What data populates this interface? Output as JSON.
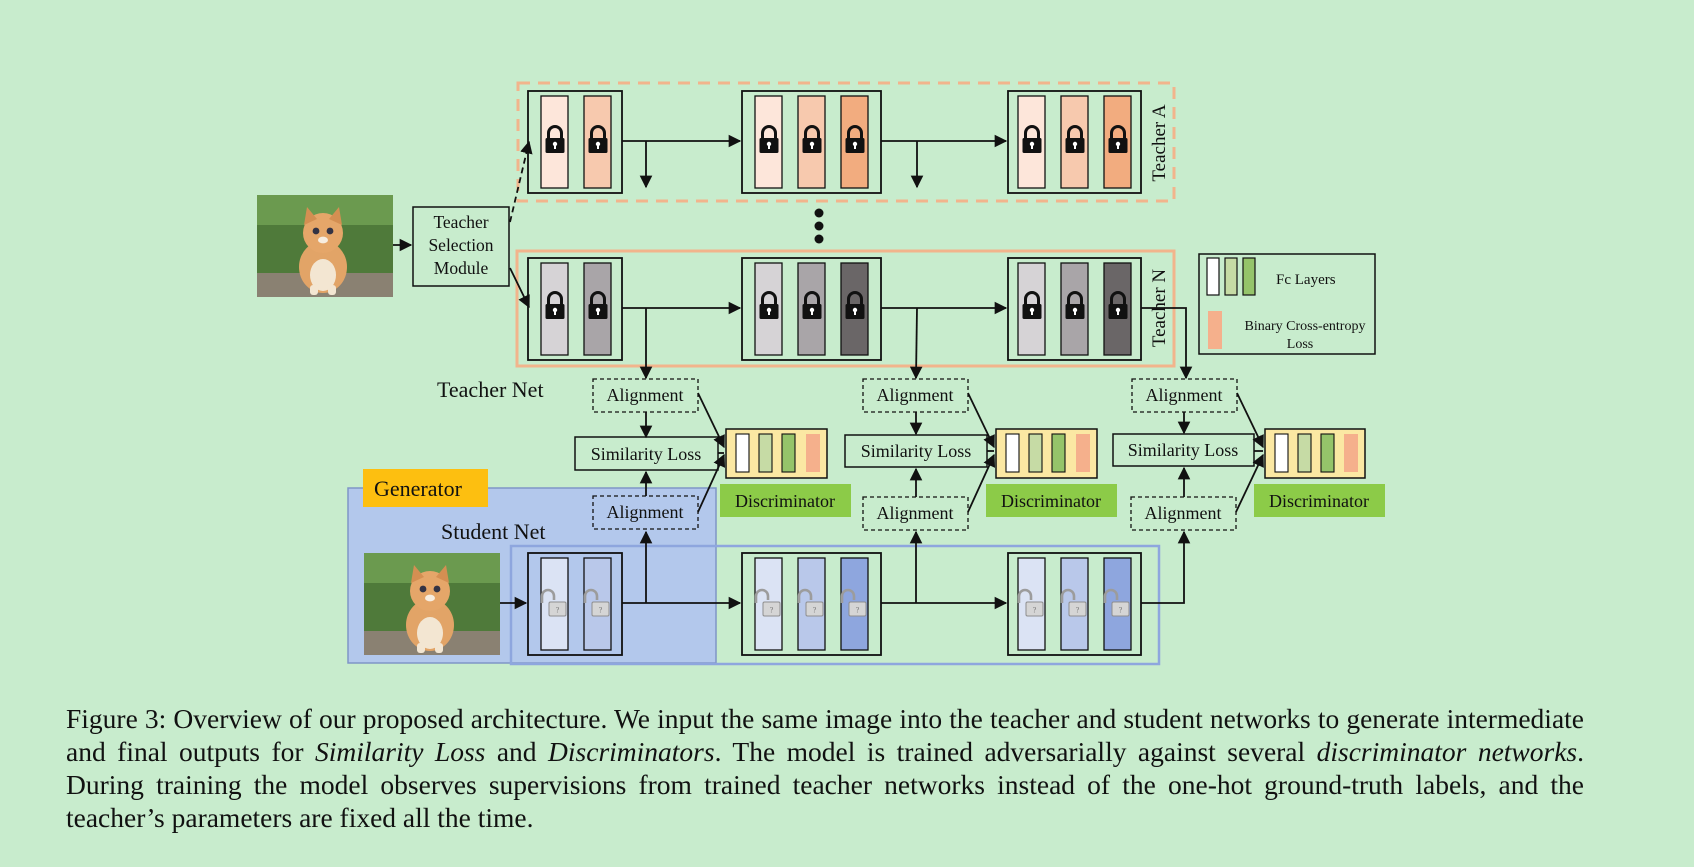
{
  "teacher_selection": [
    "Teacher",
    "Selection",
    "Module"
  ],
  "teacher_a_label": "Teacher A",
  "teacher_n_label": "Teacher N",
  "teacher_net_label": "Teacher Net",
  "student_net_label": "Student Net",
  "generator_label": "Generator",
  "alignment_label": "Alignment",
  "similarity_loss_label": "Similarity Loss",
  "discriminator_label": "Discriminator",
  "legend": {
    "fc_layers": "Fc Layers",
    "bce_loss_line1": "Binary Cross-entropy",
    "bce_loss_line2": "Loss"
  },
  "colors": {
    "background": "#c8eccd",
    "teacher_a_border": "#f2b48c",
    "teacher_a_fills": [
      "#fde6da",
      "#f7c9ae",
      "#f2ac7f"
    ],
    "teacher_n_fills": [
      "#d6d3d6",
      "#a9a5a8",
      "#6a6667"
    ],
    "student_fills": [
      "#dbe3f4",
      "#b9c8ea",
      "#8ea6de"
    ],
    "generator_fill": "#b3c8ec",
    "generator_tag": "#fdbf10",
    "discriminator_fill": "#fbe8a3",
    "discriminator_label_bg": "#8ccb48",
    "fc_fills": [
      "#ffffff",
      "#c6dba5",
      "#95c46a"
    ],
    "loss_fill": "#f5b08c"
  },
  "icons": [
    "kitten-image",
    "lock-icon",
    "unlock-icon",
    "vertical-ellipsis"
  ],
  "caption": {
    "p1": "Figure 3: Overview of our proposed architecture. We input the same image into the teacher and student networks to generate intermediate and final outputs for ",
    "i1": "Similarity Loss",
    "p2": " and ",
    "i2": "Discriminators",
    "p3": ". The model is trained adversarially against several ",
    "i3": "discriminator networks",
    "p4": ". During training the model observes supervisions from trained teacher networks instead of the one-hot ground-truth labels, and the teacher’s parameters are fixed all the time."
  }
}
